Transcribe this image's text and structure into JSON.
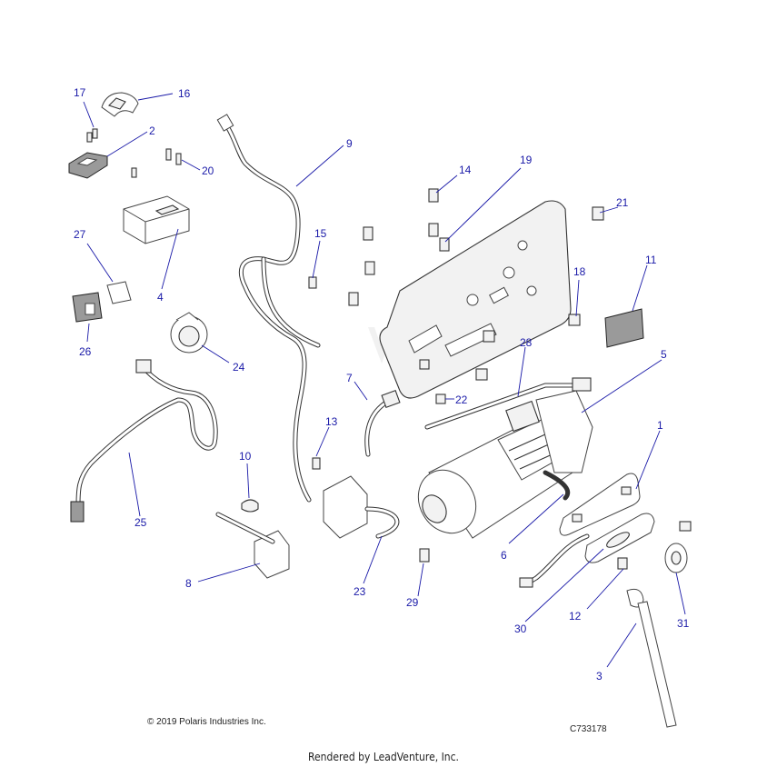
{
  "copyright": "© 2019 Polaris Industries Inc.",
  "diagram_code": "C733178",
  "rendered_by": "Rendered by LeadVenture, Inc.",
  "callouts": {
    "c1": "1",
    "c2": "2",
    "c3": "3",
    "c4": "4",
    "c5": "5",
    "c6": "6",
    "c7": "7",
    "c8": "8",
    "c9": "9",
    "c10": "10",
    "c11": "11",
    "c12": "12",
    "c13": "13",
    "c14": "14",
    "c15": "15",
    "c16": "16",
    "c17": "17",
    "c18": "18",
    "c19": "19",
    "c20": "20",
    "c21": "21",
    "c22": "22",
    "c23": "23",
    "c24": "24",
    "c25": "25",
    "c26": "26",
    "c27": "27",
    "c28": "28",
    "c29": "29",
    "c30": "30",
    "c31": "31"
  },
  "colors": {
    "callout": "#1a1aa8",
    "line": "#333333",
    "watermark": "#e6e6e6"
  }
}
